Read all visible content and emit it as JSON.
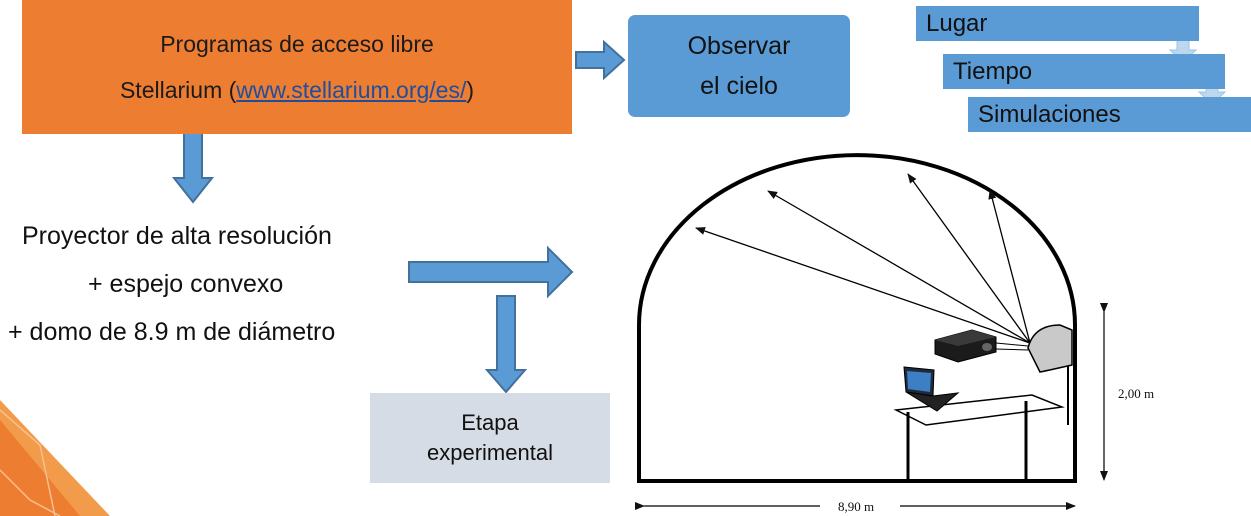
{
  "software_box": {
    "title": "Programas de acceso libre",
    "prefix": "Stellarium (",
    "link": "www.stellarium.org/es/",
    "suffix": ")"
  },
  "observe_box": {
    "line1": "Observar",
    "line2": "el cielo"
  },
  "steps": [
    "Lugar",
    "Tiempo",
    "Simulaciones"
  ],
  "setup": {
    "line1": "Proyector de alta resolución",
    "line2": "+  espejo convexo",
    "line3": "+ domo de 8.9 m de diámetro"
  },
  "experimental_box": {
    "line1": "Etapa",
    "line2": "experimental"
  },
  "dimensions": {
    "height": "2,00  m",
    "width": "8,90  m"
  },
  "colors": {
    "orange": "#ED7D31",
    "blue": "#5B9BD5",
    "gray": "#D6DCE5",
    "arrow_stroke": "#41719C"
  }
}
